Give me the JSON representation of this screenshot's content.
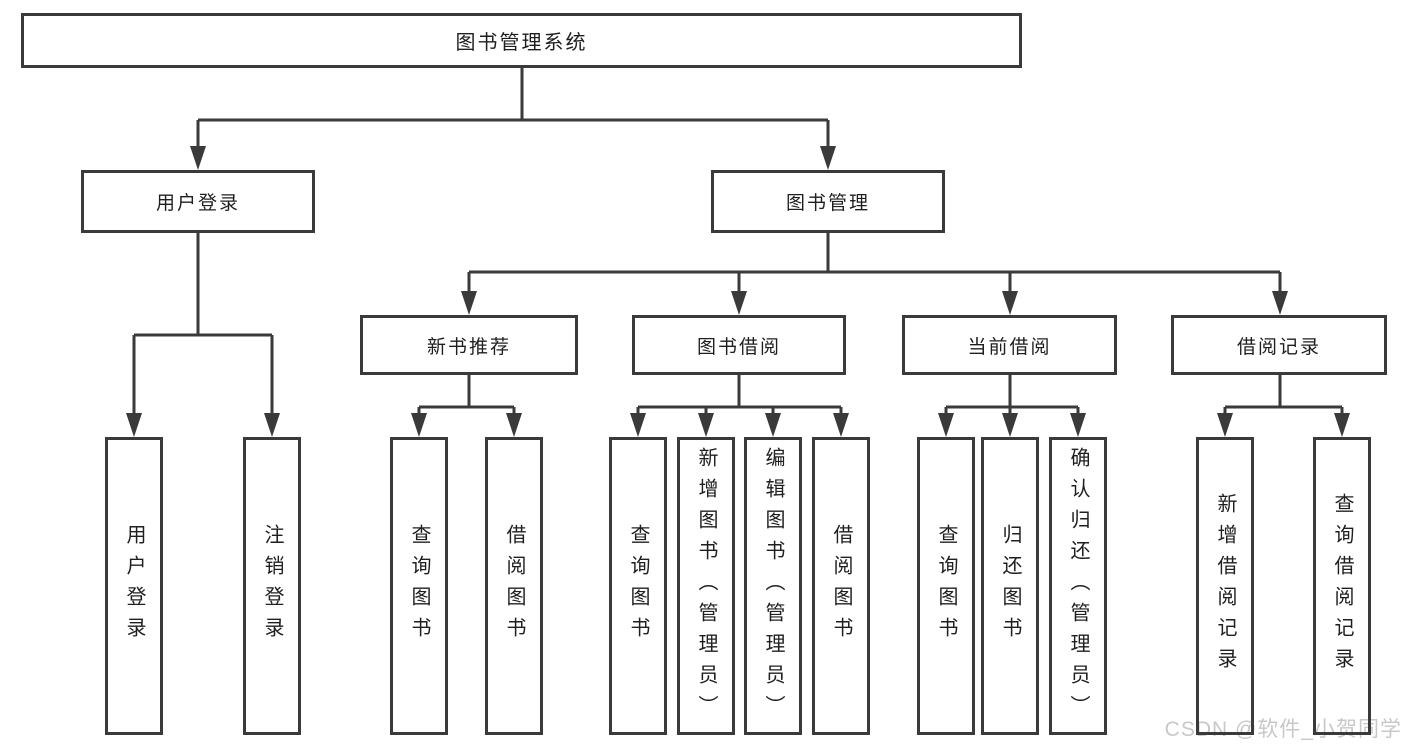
{
  "diagram": {
    "root": {
      "label": "图书管理系统"
    },
    "branches": [
      {
        "label": "用户登录",
        "children": [
          {
            "label": "用户登录"
          },
          {
            "label": "注销登录"
          }
        ]
      },
      {
        "label": "图书管理",
        "children": [
          {
            "label": "新书推荐",
            "children": [
              {
                "label": "查询图书"
              },
              {
                "label": "借阅图书"
              }
            ]
          },
          {
            "label": "图书借阅",
            "children": [
              {
                "label": "查询图书"
              },
              {
                "label": "新增图书（管理员）"
              },
              {
                "label": "编辑图书（管理员）"
              },
              {
                "label": "借阅图书"
              }
            ]
          },
          {
            "label": "当前借阅",
            "children": [
              {
                "label": "查询图书"
              },
              {
                "label": "归还图书"
              },
              {
                "label": "确认归还（管理员）"
              }
            ]
          },
          {
            "label": "借阅记录",
            "children": [
              {
                "label": "新增借阅记录"
              },
              {
                "label": "查询借阅记录"
              }
            ]
          }
        ]
      }
    ]
  },
  "watermark": "CSDN @软件_小贺同学",
  "colors": {
    "line": "#3a3a3a",
    "text": "#1f1f1f",
    "watermark": "#c8c8c8",
    "background": "#ffffff"
  }
}
